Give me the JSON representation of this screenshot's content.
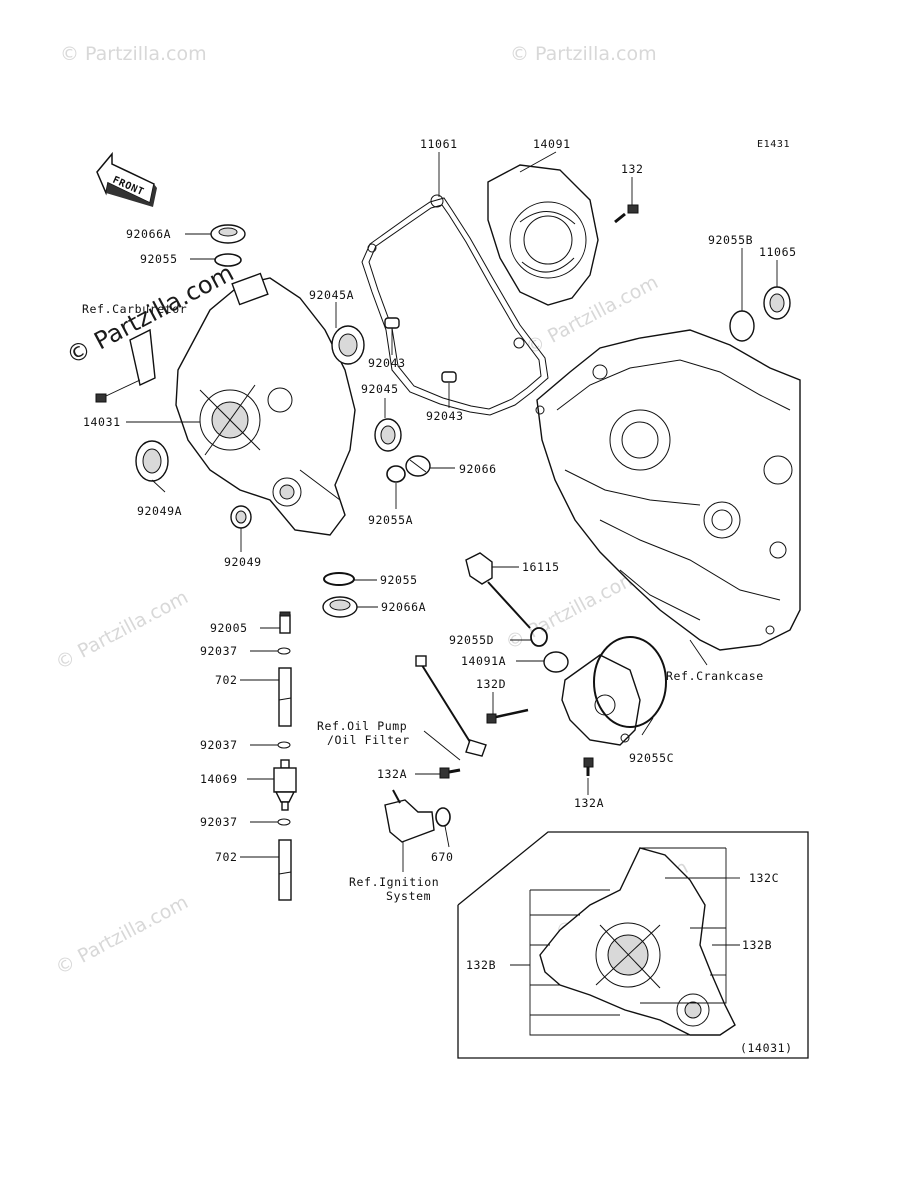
{
  "diagram_code": "E1431",
  "direction_label": "FRONT",
  "watermark": "© Partzilla.com",
  "parts": {
    "p11061": "11061",
    "p14091": "14091",
    "p132": "132",
    "p11065": "11065",
    "p92055B": "92055B",
    "p92066A_top": "92066A",
    "p92055_top": "92055",
    "p92045A": "92045A",
    "p92043_a": "92043",
    "p92045": "92045",
    "p92043_b": "92043",
    "p14031": "14031",
    "p92066": "92066",
    "p92049A": "92049A",
    "p92055A": "92055A",
    "p92049": "92049",
    "p16115": "16115",
    "p92055_mid": "92055",
    "p92066A_mid": "92066A",
    "p92005": "92005",
    "p92055D": "92055D",
    "p92037_a": "92037",
    "p14091A": "14091A",
    "p702_a": "702",
    "p132D": "132D",
    "p92055C": "92055C",
    "p92037_b": "92037",
    "p132A_left": "132A",
    "p14069": "14069",
    "p132A_right": "132A",
    "p92037_c": "92037",
    "p670": "670",
    "p702_b": "702",
    "p132C": "132C",
    "p132B_right": "132B",
    "p132B_left": "132B",
    "p14031_ref": "(14031)"
  },
  "refs": {
    "carburetor": "Ref.Carburetor",
    "crankcase": "Ref.Crankcase",
    "oil_pump_1": "Ref.Oil Pump",
    "oil_pump_2": "/Oil Filter",
    "ignition_1": "Ref.Ignition",
    "ignition_2": "System"
  }
}
